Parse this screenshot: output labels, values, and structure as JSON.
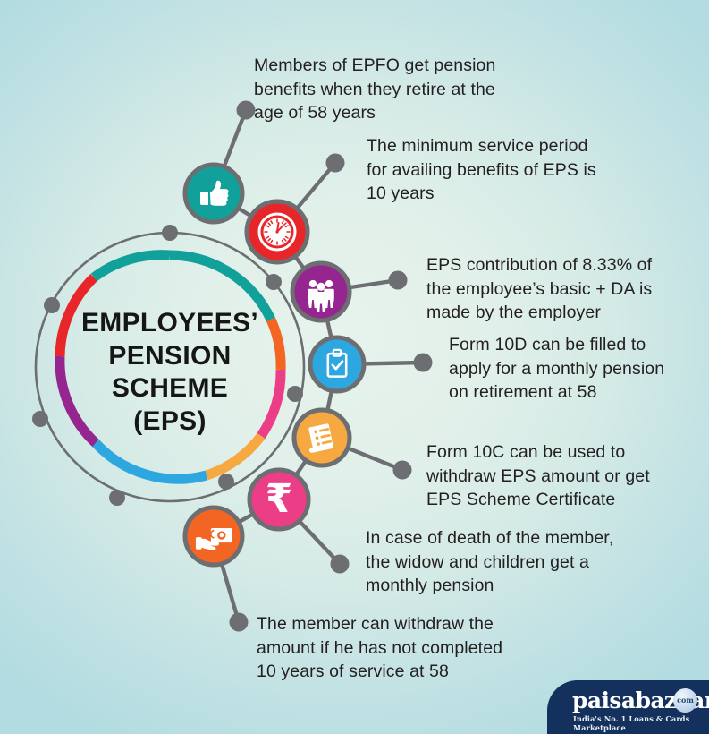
{
  "infographic": {
    "center_title": "EMPLOYEES’\nPENSION\nSCHEME\n(EPS)",
    "background_color": "#e2f0ea",
    "accent_colors": {
      "teal": "#12a19a",
      "red": "#e8262a",
      "purple": "#96268f",
      "blue": "#2da7e0",
      "orange_light": "#f7a941",
      "pink": "#ec3d87",
      "orange": "#f26522",
      "ring_gray": "#6d6e71",
      "text": "#231f20"
    },
    "facts": [
      {
        "id": "fact-retirement-age",
        "icon": "thumbs-up-icon",
        "icon_color": "#12a19a",
        "text": "Members of EPFO get pension\nbenefits when they retire at the\nage of 58 years"
      },
      {
        "id": "fact-minimum-service",
        "icon": "clock-icon",
        "icon_color": "#e8262a",
        "text": "The minimum service period\nfor availing benefits of EPS is\n10 years"
      },
      {
        "id": "fact-contribution",
        "icon": "people-group-icon",
        "icon_color": "#96268f",
        "text": "EPS contribution of 8.33% of\nthe employee’s basic + DA is\nmade by the employer"
      },
      {
        "id": "fact-form-10d",
        "icon": "clipboard-check-icon",
        "icon_color": "#2da7e0",
        "text": "Form 10D can be filled to\napply for a monthly pension\non retirement at 58"
      },
      {
        "id": "fact-form-10c",
        "icon": "document-list-icon",
        "icon_color": "#f7a941",
        "text": "Form 10C can be used to\nwithdraw EPS amount or get\nEPS Scheme Certificate"
      },
      {
        "id": "fact-widow-pension",
        "icon": "rupee-icon",
        "icon_color": "#ec3d87",
        "text": "In case of death of the member,\nthe widow and children get a\nmonthly pension"
      },
      {
        "id": "fact-early-withdrawal",
        "icon": "hand-money-icon",
        "icon_color": "#f26522",
        "text": "The member can withdraw the\namount if he has not completed\n10 years of service at 58"
      }
    ],
    "ring_segments": [
      {
        "color": "#12a19a",
        "name": "teal-segment"
      },
      {
        "color": "#f26522",
        "name": "orange-segment"
      },
      {
        "color": "#ec3d87",
        "name": "pink-segment"
      },
      {
        "color": "#f7a941",
        "name": "amber-segment"
      },
      {
        "color": "#2da7e0",
        "name": "blue-segment"
      },
      {
        "color": "#96268f",
        "name": "purple-segment"
      },
      {
        "color": "#e8262a",
        "name": "red-segment"
      }
    ]
  },
  "logo": {
    "name": "paisabazaar",
    "badge": "com",
    "tagline": "India's No. 1 Loans & Cards Marketplace"
  }
}
